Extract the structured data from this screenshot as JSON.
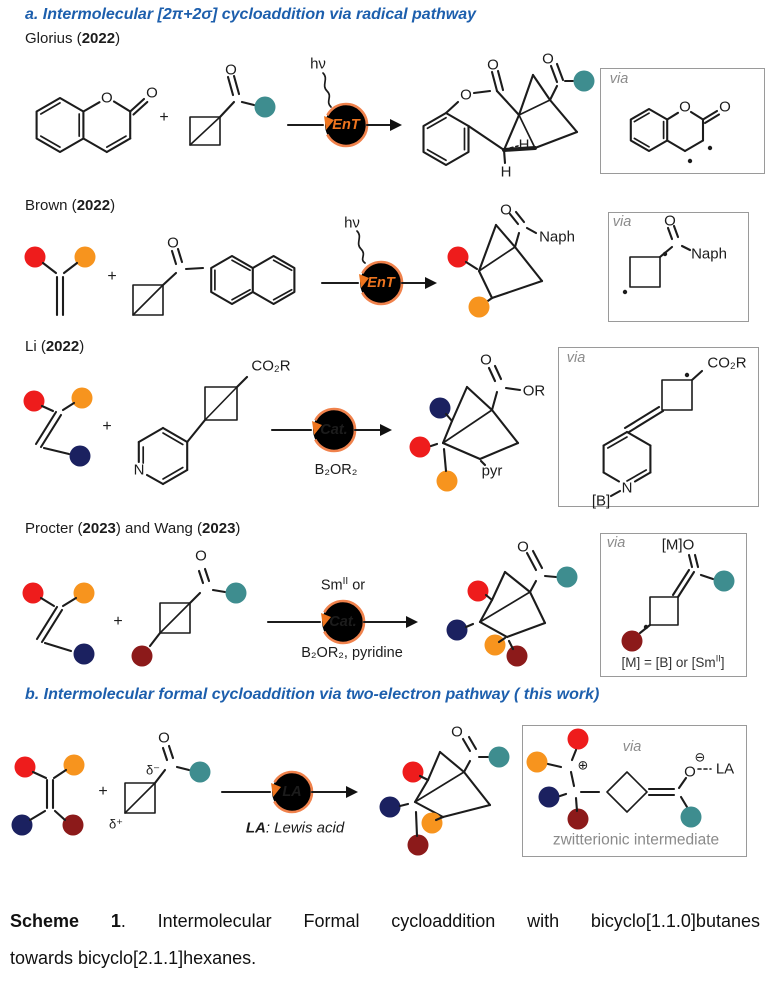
{
  "colors": {
    "blue": "#1d5fad",
    "bond": "#1c1c1c",
    "coral": "#f0824c",
    "coral-dark": "#ee751f",
    "teal": "#3e8d8f",
    "red": "#ee1c1c",
    "orange": "#f7941e",
    "navy": "#1b2160",
    "maroon": "#8c1a1a",
    "boxb": "#9a9a9a",
    "gray": "#8a8a8a"
  },
  "sections": {
    "a": "a. Intermolecular [2π+2σ] cycloaddition via radical pathway",
    "b": "b. Intermolecular formal cycloaddition via two-electron pathway ( this work)"
  },
  "common": {
    "plus": "+",
    "via": "via",
    "hv": "hν",
    "ent": "EnT",
    "cat": "Cat.",
    "O": "O",
    "N": "N",
    "H": "H"
  },
  "rows": {
    "glorius": {
      "pre": "Glorius (",
      "year": "2022",
      "post": ")"
    },
    "brown": {
      "pre": "Brown (",
      "year": "2022",
      "post": ")",
      "naph": "Naph",
      "naph_via": "Naph"
    },
    "li": {
      "pre": "Li (",
      "year": "2022",
      "post": ")",
      "co2r": "CO₂R",
      "co2r_via": "CO₂R",
      "b2or2": "B₂OR₂",
      "or_label": "OR",
      "pyr": "pyr",
      "boron": "[B]"
    },
    "procter": {
      "p1": "Procter (",
      "y1": "2023",
      "p2": ") and Wang (",
      "y2": "2023",
      "p3": ")",
      "sm_pre": "Sm",
      "sm_sup": "II",
      "sm_post": " or",
      "conditions": "B₂OR₂, pyridine",
      "mo": "[M]O",
      "mdef_pre": "[M] = [B] or [Sm",
      "mdef_sup": "II",
      "mdef_post": "]"
    },
    "thiswork": {
      "la": "LA",
      "la_def_bold": "LA",
      "la_def_rest": ": Lewis acid",
      "delta_minus": "δ⁻",
      "delta_plus": "δ⁺",
      "plus_charge": "⊕",
      "minus_charge": "⊖",
      "la_anion": "LA",
      "zwitterion": "zwitterionic intermediate"
    }
  },
  "caption": {
    "bold": "Scheme 1",
    "line1_rest": ". Intermolecular Formal cycloaddition with bicyclo[1.1.0]butanes",
    "line2": "towards bicyclo[2.1.1]hexanes."
  }
}
